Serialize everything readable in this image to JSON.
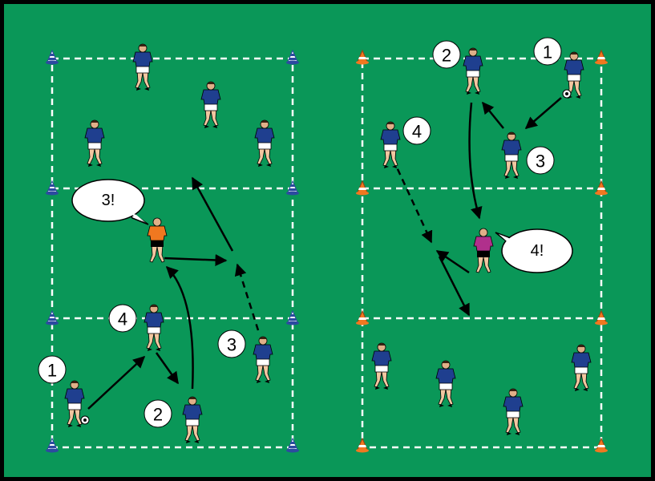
{
  "colors": {
    "pitch": "#0a9758",
    "border": "#000000",
    "lines": "#ffffff",
    "player_shirt": "#1f3f8f",
    "player_shorts": "#ffffff",
    "coach_orange": "#f07820",
    "coach_magenta": "#b0308c",
    "cone_blue": "#2c4aa0",
    "cone_orange": "#f07820"
  },
  "left_drill": {
    "number_labels": [
      "1",
      "2",
      "3",
      "4"
    ],
    "call_bubble": "3!"
  },
  "right_drill": {
    "number_labels": [
      "1",
      "2",
      "3",
      "4"
    ],
    "call_bubble": "4!"
  }
}
